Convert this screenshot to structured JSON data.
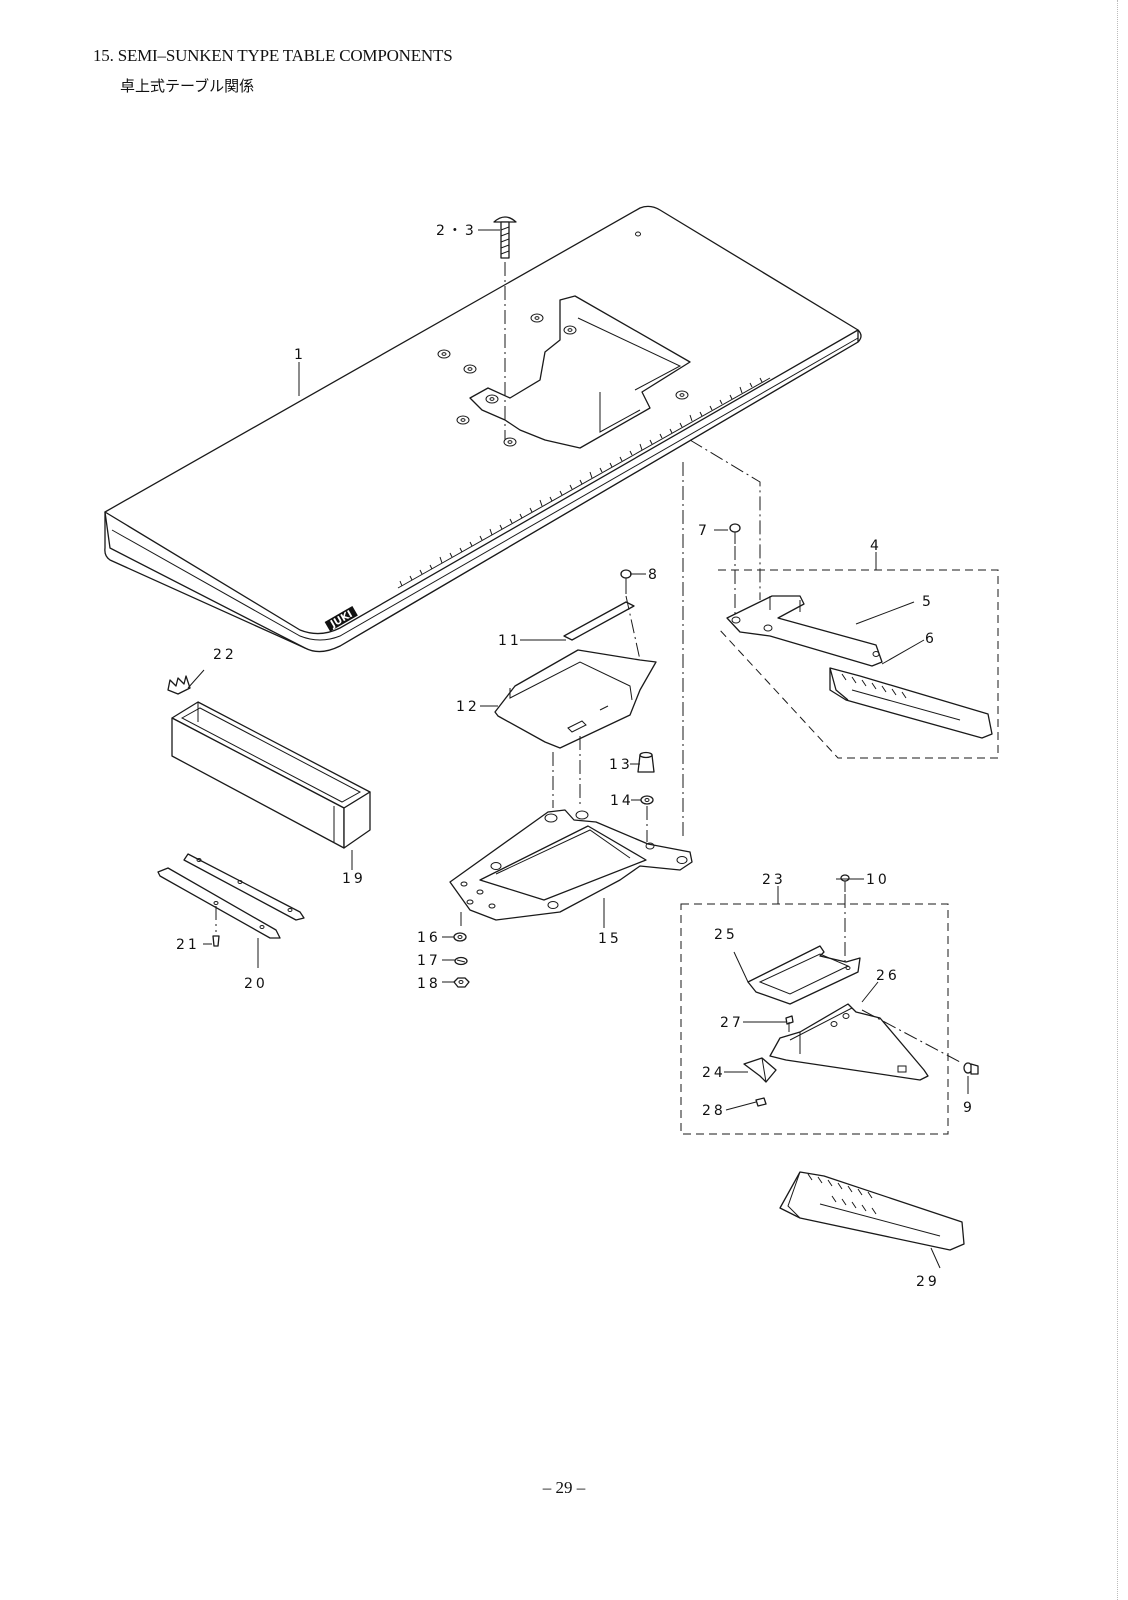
{
  "header": {
    "title_en": "15. SEMI–SUNKEN TYPE TABLE COMPONENTS",
    "title_jp": "卓上式テーブル関係"
  },
  "footer": {
    "page_number": "– 29 –"
  },
  "diagram": {
    "table_logo": "JUKI",
    "callouts": [
      {
        "id": "c1",
        "label": "1"
      },
      {
        "id": "c2-3",
        "label": "2・3"
      },
      {
        "id": "c4",
        "label": "4"
      },
      {
        "id": "c5",
        "label": "5"
      },
      {
        "id": "c6",
        "label": "6"
      },
      {
        "id": "c7",
        "label": "7"
      },
      {
        "id": "c8",
        "label": "8"
      },
      {
        "id": "c9",
        "label": "9"
      },
      {
        "id": "c10",
        "label": "10"
      },
      {
        "id": "c11",
        "label": "11"
      },
      {
        "id": "c12",
        "label": "12"
      },
      {
        "id": "c13",
        "label": "13"
      },
      {
        "id": "c14",
        "label": "14"
      },
      {
        "id": "c15",
        "label": "15"
      },
      {
        "id": "c16",
        "label": "16"
      },
      {
        "id": "c17",
        "label": "17"
      },
      {
        "id": "c18",
        "label": "18"
      },
      {
        "id": "c19",
        "label": "19"
      },
      {
        "id": "c20",
        "label": "20"
      },
      {
        "id": "c21",
        "label": "21"
      },
      {
        "id": "c22",
        "label": "22"
      },
      {
        "id": "c23",
        "label": "23"
      },
      {
        "id": "c24",
        "label": "24"
      },
      {
        "id": "c25",
        "label": "25"
      },
      {
        "id": "c26",
        "label": "26"
      },
      {
        "id": "c27",
        "label": "27"
      },
      {
        "id": "c28",
        "label": "28"
      },
      {
        "id": "c29",
        "label": "29"
      }
    ]
  }
}
